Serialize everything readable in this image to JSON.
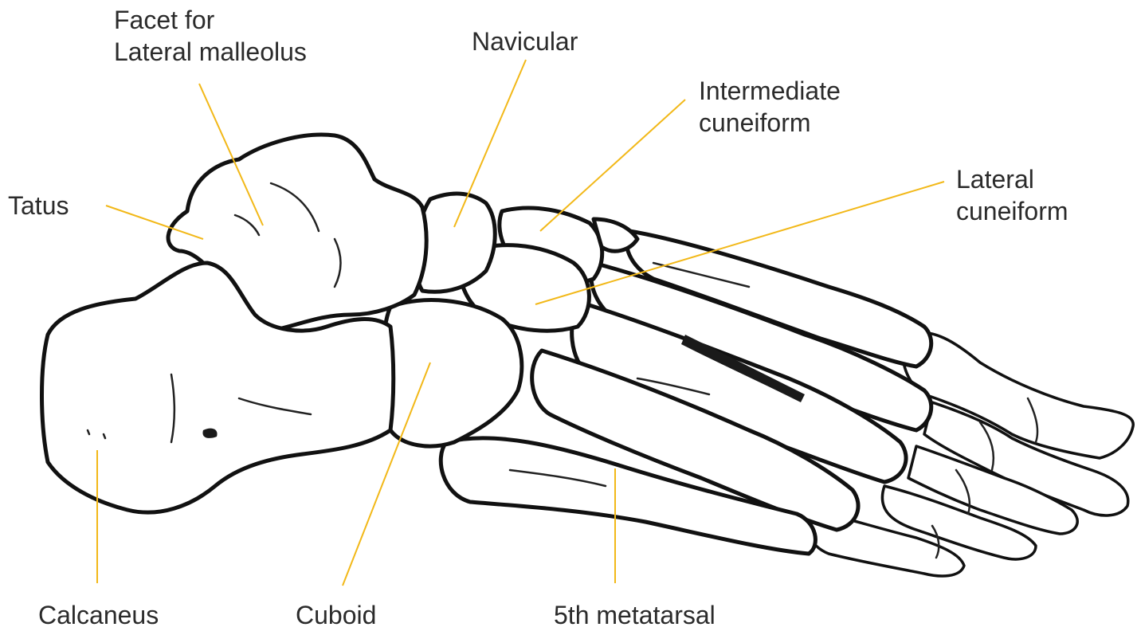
{
  "labels": {
    "facet_line1": "Facet for",
    "facet_line2": "Lateral malleolus",
    "navicular": "Navicular",
    "intermediate_line1": "Intermediate",
    "intermediate_line2": "cuneiform",
    "lateral_line1": "Lateral",
    "lateral_line2": "cuneiform",
    "tatus": "Tatus",
    "calcaneus": "Calcaneus",
    "cuboid": "Cuboid",
    "fifth_metatarsal": "5th metatarsal"
  },
  "colors": {
    "leader_line": "#f2b818",
    "bone_outline": "#111111",
    "bone_fill": "#ffffff",
    "label_text": "#2b2b2b"
  }
}
